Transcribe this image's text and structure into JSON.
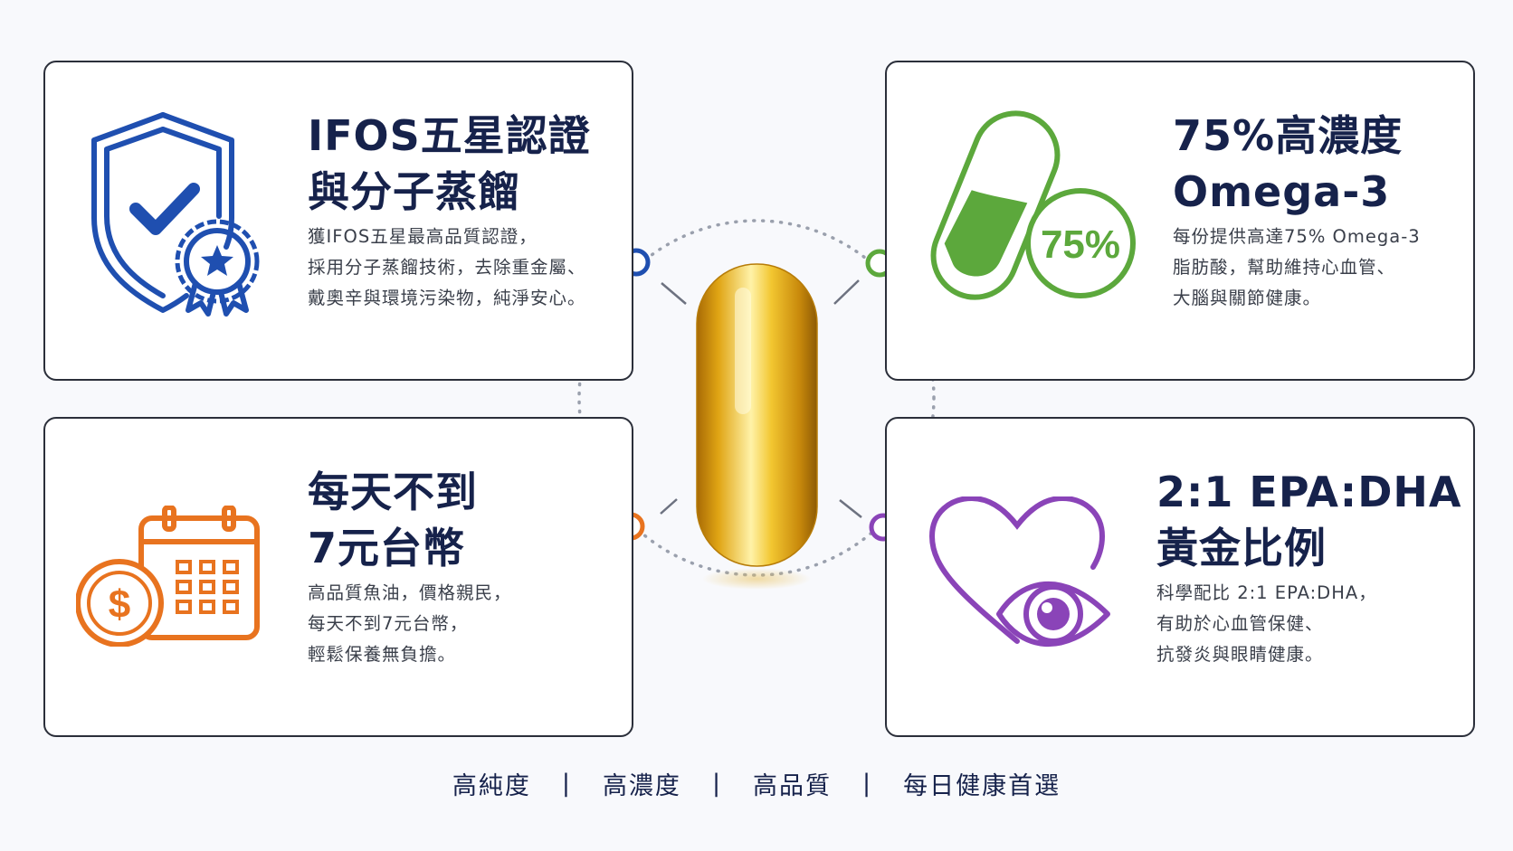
{
  "cards": {
    "ifos": {
      "title_lines": [
        "IFOS五星認證",
        "與分子蒸餾"
      ],
      "desc_lines": [
        "獲IFOS五星最高品質認證，",
        "採用分子蒸餾技術，去除重金屬、",
        "戴奧辛與環境污染物，純淨安心。"
      ],
      "icon": "shield-check-badge-icon",
      "color": "#1f4fb0"
    },
    "omega": {
      "title_lines": [
        "75%高濃度",
        "Omega-3"
      ],
      "desc_lines": [
        "每份提供高達75% Omega-3",
        "脂肪酸，幫助維持心血管、",
        "大腦與關節健康。"
      ],
      "icon_text": "75%",
      "icon": "capsule-percent-icon",
      "color": "#5ca83c"
    },
    "price": {
      "title_lines": [
        "每天不到",
        "7元台幣"
      ],
      "desc_lines": [
        "高品質魚油，價格親民，",
        "每天不到7元台幣，",
        "輕鬆保養無負擔。"
      ],
      "icon_text": "$",
      "icon": "calendar-dollar-icon",
      "color": "#e8731f"
    },
    "ratio": {
      "title_lines": [
        "2:1 EPA:DHA",
        "黃金比例"
      ],
      "desc_lines": [
        "科學配比 2:1 EPA:DHA，",
        "有助於心血管保健、",
        "抗發炎與眼睛健康。"
      ],
      "icon": "heart-eye-icon",
      "color": "#8a44b8"
    }
  },
  "footer": {
    "items": [
      "高純度",
      "高濃度",
      "高品質",
      "每日健康首選"
    ],
    "separator": "|"
  },
  "center": {
    "image": "fish-oil-capsule-icon",
    "capsule_color": "#e8b520"
  }
}
